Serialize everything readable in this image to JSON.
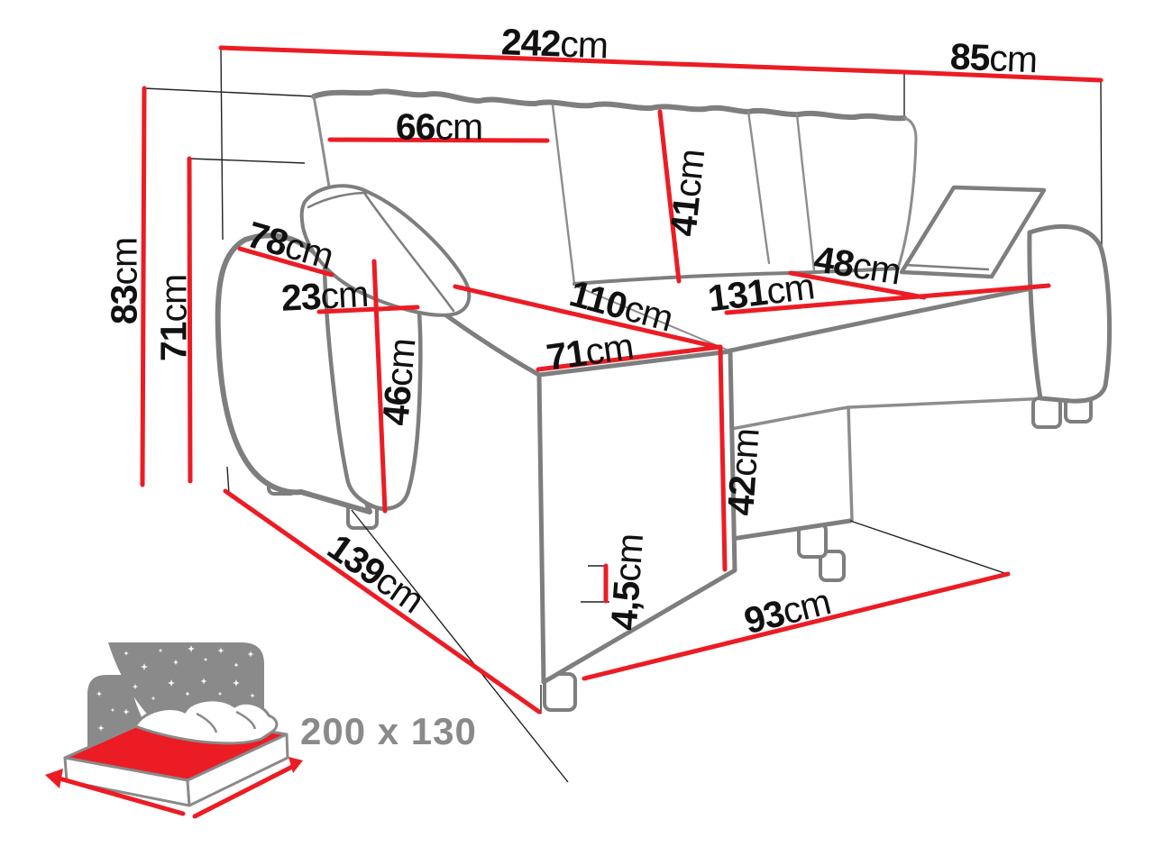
{
  "diagram_title": "corner-sofa-dimensions",
  "labels": {
    "w242": {
      "value": "242",
      "unit": "cm"
    },
    "d85": {
      "value": "85",
      "unit": "cm"
    },
    "w66": {
      "value": "66",
      "unit": "cm"
    },
    "h41": {
      "value": "41",
      "unit": "cm"
    },
    "h83": {
      "value": "83",
      "unit": "cm"
    },
    "h71": {
      "value": "71",
      "unit": "cm"
    },
    "d78": {
      "value": "78",
      "unit": "cm"
    },
    "w23": {
      "value": "23",
      "unit": "cm"
    },
    "h46": {
      "value": "46",
      "unit": "cm"
    },
    "l110": {
      "value": "110",
      "unit": "cm"
    },
    "w71": {
      "value": "71",
      "unit": "cm"
    },
    "l131": {
      "value": "131",
      "unit": "cm"
    },
    "d48": {
      "value": "48",
      "unit": "cm"
    },
    "h42": {
      "value": "42",
      "unit": "cm"
    },
    "h45": {
      "value": "4,5",
      "unit": "cm"
    },
    "l139": {
      "value": "139",
      "unit": "cm"
    },
    "l93": {
      "value": "93",
      "unit": "cm"
    }
  },
  "bed_icon": {
    "size_label": "200 x 130"
  },
  "colors": {
    "measure_red": "#EC1C24",
    "sofa_gray": "#7e7e7e",
    "seam_gray": "#8d8d8d",
    "icon_gray": "#8a8a8a",
    "text_black": "#111111"
  }
}
